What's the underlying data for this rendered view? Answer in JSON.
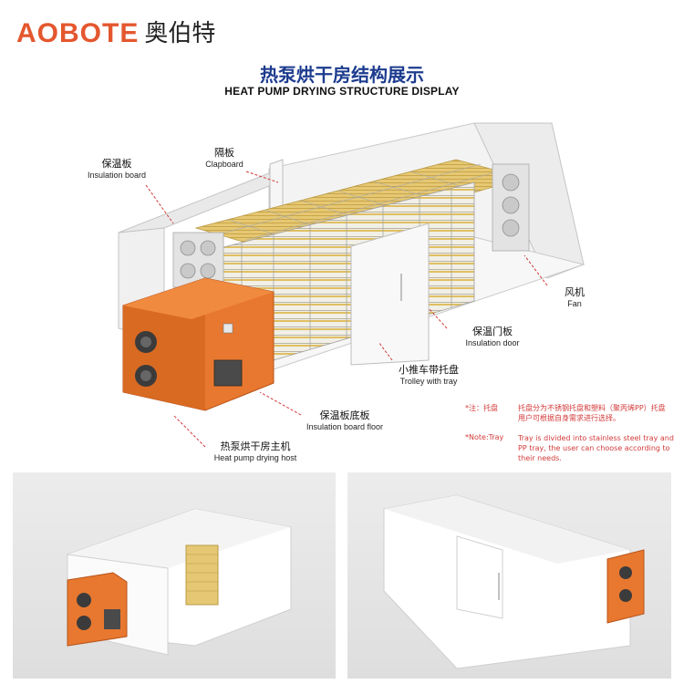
{
  "brand": {
    "name_latin": "AOBOTE",
    "name_cn": "奥伯特"
  },
  "title": {
    "cn": "热泵烘干房结构展示",
    "en": "HEAT PUMP DRYING STRUCTURE DISPLAY"
  },
  "callouts": {
    "insulation_board": {
      "cn": "保温板",
      "en": "Insulation board"
    },
    "clapboard": {
      "cn": "隔板",
      "en": "Clapboard"
    },
    "fan": {
      "cn": "风机",
      "en": "Fan"
    },
    "insulation_door": {
      "cn": "保温门板",
      "en": "Insulation door"
    },
    "trolley": {
      "cn": "小推车带托盘",
      "en": "Trolley with tray"
    },
    "floor": {
      "cn": "保温板底板",
      "en": "Insulation board floor"
    },
    "host": {
      "cn": "热泵烘干房主机",
      "en": "Heat pump drying host"
    }
  },
  "note": {
    "cn_label": "*注：托盘",
    "cn_text": "托盘分为不锈钢托盘和塑料（聚丙烯PP）托盘 用户可根据自身需求进行选择。",
    "en_label": "*Note:Tray",
    "en_text": "Tray is divided into stainless steel tray and PP tray, the user can choose according to their needs."
  },
  "colors": {
    "accent_orange": "#e4572e",
    "host_orange": "#e8782f",
    "title_blue": "#1d3c8f",
    "note_red": "#d33a3a",
    "tray_yellow": "#e2c36a"
  }
}
